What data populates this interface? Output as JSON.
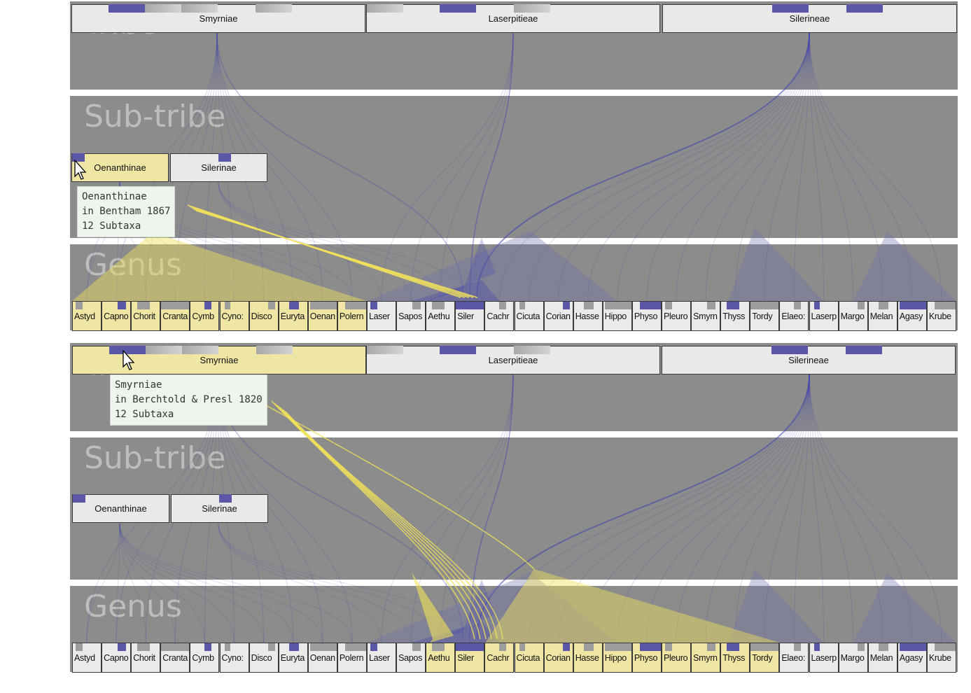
{
  "bands": {
    "tribe": "Tribe",
    "subtribe": "Sub-tribe",
    "genus": "Genus"
  },
  "tribes": [
    "Smyrniae",
    "Laserpitieae",
    "Silerineae"
  ],
  "subtribes": [
    "Oenanthinae",
    "Silerinae"
  ],
  "genera": [
    "Astyd",
    "Capno",
    "Chorit",
    "Cranta",
    "Cymb",
    "Cyno:",
    "Disco",
    "Euryta",
    "Oenan",
    "Polern",
    "Laser",
    "Sapos",
    "Aethu",
    "Siler",
    "Cachr",
    "Cicuta",
    "Corian",
    "Hasse",
    "Hippo",
    "Physo",
    "Pleuro",
    "Smyrn",
    "Thyss",
    "Tordy",
    "Elaeo:",
    "Laserp",
    "Margo",
    "Melan",
    "Agasy",
    "Krube"
  ],
  "panel_top": {
    "highlighted_subtribe": "Oenanthinae",
    "tooltip": {
      "line1": "Oenanthinae",
      "line2": "in Bentham 1867",
      "line3": "12 Subtaxa"
    }
  },
  "panel_bottom": {
    "highlighted_tribe": "Smyrniae",
    "tooltip": {
      "line1": "Smyrniae",
      "line2": "in Berchtold & Presl 1820",
      "line3": "12 Subtaxa"
    }
  },
  "colors": {
    "band": "#8c8c8c",
    "link_blue": "#3b3fb0",
    "highlight_yellow": "#f2e25a",
    "node_highlight": "#efe6a4",
    "minibar_blue": "#5a58a6",
    "minibar_grey": "#9c9c9c"
  },
  "icons": [
    "mouse-pointer-icon"
  ]
}
